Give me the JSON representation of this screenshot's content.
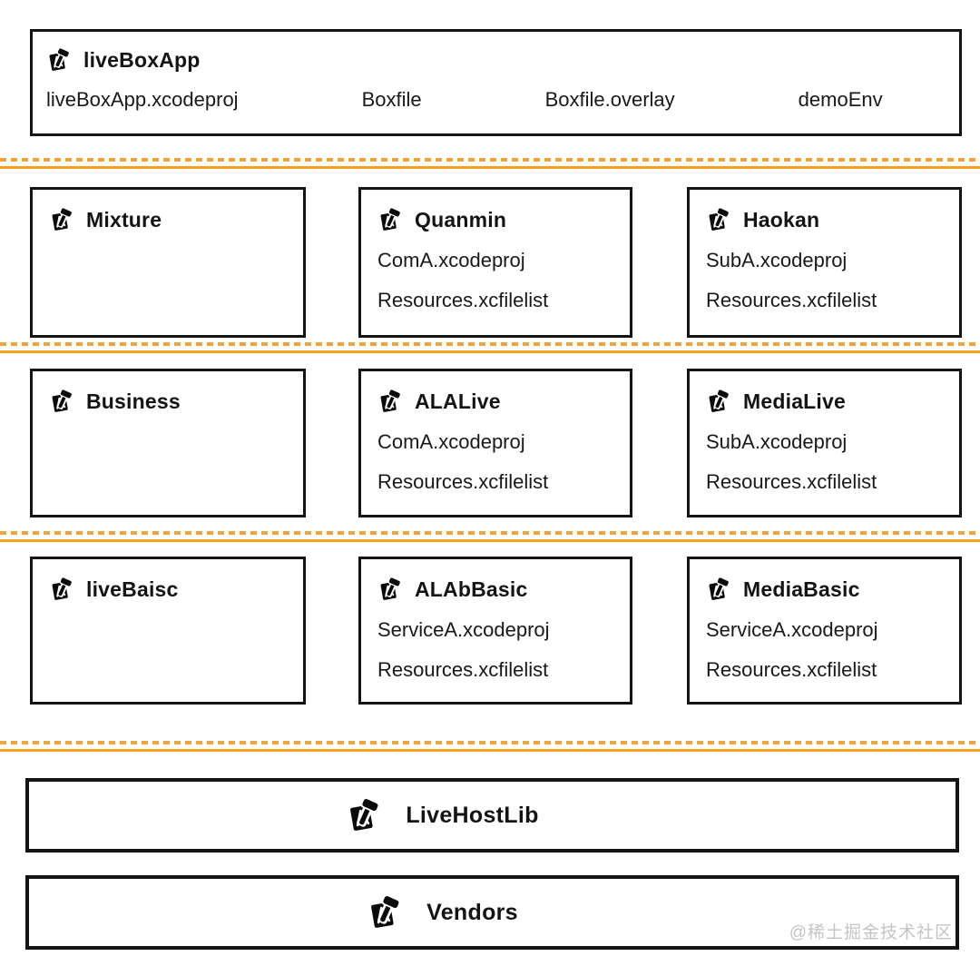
{
  "diagram": {
    "app": {
      "title": "liveBoxApp",
      "files": [
        "liveBoxApp.xcodeproj",
        "Boxfile",
        "Boxfile.overlay",
        "demoEnv"
      ]
    },
    "rows": [
      {
        "boxes": [
          {
            "title": "Mixture",
            "files": []
          },
          {
            "title": "Quanmin",
            "files": [
              "ComA.xcodeproj",
              "Resources.xcfilelist"
            ]
          },
          {
            "title": "Haokan",
            "files": [
              "SubA.xcodeproj",
              "Resources.xcfilelist"
            ]
          }
        ]
      },
      {
        "boxes": [
          {
            "title": "Business",
            "files": []
          },
          {
            "title": "ALALive",
            "files": [
              "ComA.xcodeproj",
              "Resources.xcfilelist"
            ]
          },
          {
            "title": "MediaLive",
            "files": [
              "SubA.xcodeproj",
              "Resources.xcfilelist"
            ]
          }
        ]
      },
      {
        "boxes": [
          {
            "title": "liveBaisc",
            "files": []
          },
          {
            "title": "ALAbBasic",
            "files": [
              "ServiceA.xcodeproj",
              "Resources.xcfilelist"
            ]
          },
          {
            "title": "MediaBasic",
            "files": [
              "ServiceA.xcodeproj",
              "Resources.xcfilelist"
            ]
          }
        ]
      }
    ],
    "layers": [
      {
        "title": "LiveHostLib"
      },
      {
        "title": "Vendors"
      }
    ],
    "icon_name": "xcode-project-icon",
    "colors": {
      "accent_orange": "#F5A42B",
      "border": "#141414",
      "text": "#141414",
      "watermark": "#C4C4C4"
    },
    "watermark": "@稀土掘金技术社区"
  }
}
